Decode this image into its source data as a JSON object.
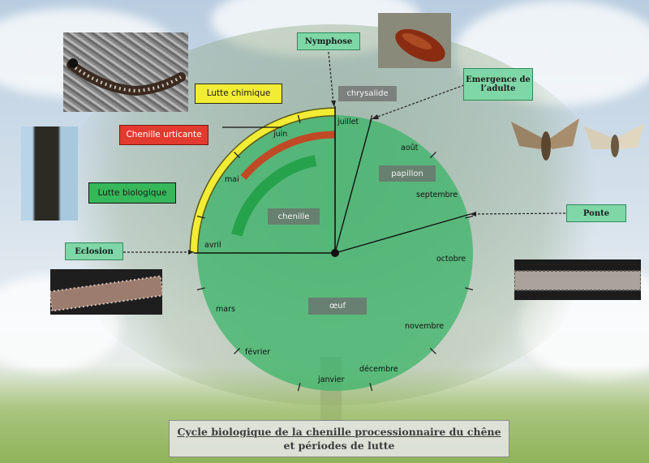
{
  "title": {
    "line1": "Cycle biologique de la chenille processionnaire du chêne",
    "line2": "et périodes de lutte"
  },
  "months": [
    "janvier",
    "février",
    "mars",
    "avril",
    "mai",
    "juin",
    "juillet",
    "août",
    "septembre",
    "octobre",
    "novembre",
    "décembre"
  ],
  "stages": {
    "chrysalide": "chrysalide",
    "papillon": "papillon",
    "chenille": "chenille",
    "oeuf": "œuf"
  },
  "callouts": {
    "nymphose": "Nymphose",
    "emergence_line1": "Emergence de",
    "emergence_line2": "l’adulte",
    "ponte": "Ponte",
    "eclosion": "Eclosion"
  },
  "legend": {
    "lutte_chimique": "Lutte chimique",
    "chenille_urticante": "Chenille urticante",
    "lutte_biologique": "Lutte biologique"
  },
  "colors": {
    "circle": "#3fb56a",
    "lutte_chimique": "#f2ec34",
    "chenille_urticante": "#e23a2e",
    "lutte_biologique": "#2a9e4a",
    "callout_box": "#7fd7a8"
  }
}
